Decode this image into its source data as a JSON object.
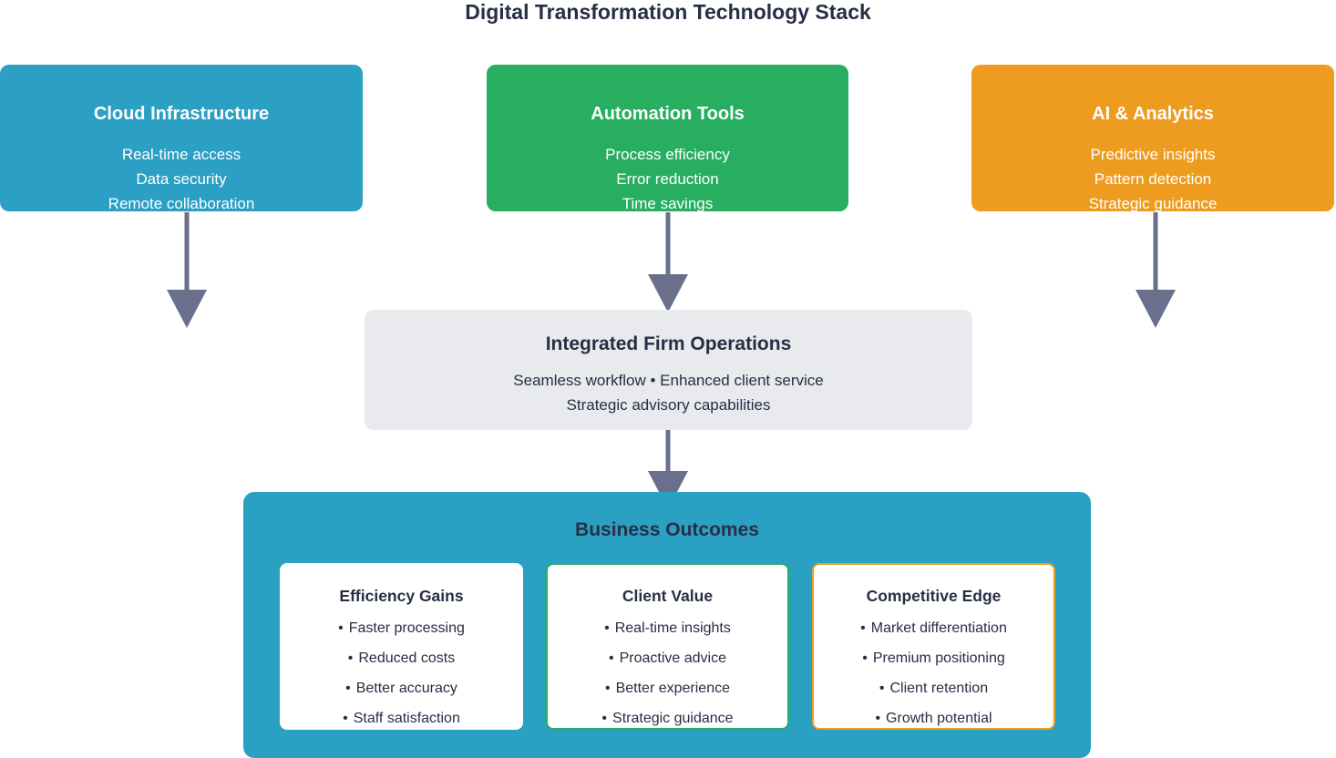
{
  "title": "Digital Transformation Technology Stack",
  "glyphs": {
    "bullet": "•"
  },
  "colors": {
    "pillar_blue": "#2B9FC4",
    "pillar_green": "#27AE60",
    "pillar_orange": "#EE9C20",
    "outcomes_panel": "#2AA0C2",
    "integration_bg": "#E9EAEE",
    "arrow": "#6A708C",
    "heading_text": "#272F45",
    "card_border_green": "#27AE60",
    "card_border_orange": "#EE9C20"
  },
  "pillars": [
    {
      "name": "Cloud Infrastructure",
      "items": [
        "Real-time access",
        "Data security",
        "Remote collaboration"
      ]
    },
    {
      "name": "Automation Tools",
      "items": [
        "Process efficiency",
        "Error reduction",
        "Time savings"
      ]
    },
    {
      "name": "AI & Analytics",
      "items": [
        "Predictive insights",
        "Pattern detection",
        "Strategic guidance"
      ]
    }
  ],
  "integration": {
    "title": "Integrated Firm Operations",
    "line1": "Seamless workflow • Enhanced client service",
    "line2": "Strategic advisory capabilities"
  },
  "outcomes": {
    "title": "Business Outcomes",
    "cards": [
      {
        "title": "Efficiency Gains",
        "items": [
          "Faster processing",
          "Reduced costs",
          "Better accuracy",
          "Staff satisfaction"
        ]
      },
      {
        "title": "Client Value",
        "items": [
          "Real-time insights",
          "Proactive advice",
          "Better experience",
          "Strategic guidance"
        ]
      },
      {
        "title": "Competitive Edge",
        "items": [
          "Market differentiation",
          "Premium positioning",
          "Client retention",
          "Growth potential"
        ]
      }
    ]
  }
}
